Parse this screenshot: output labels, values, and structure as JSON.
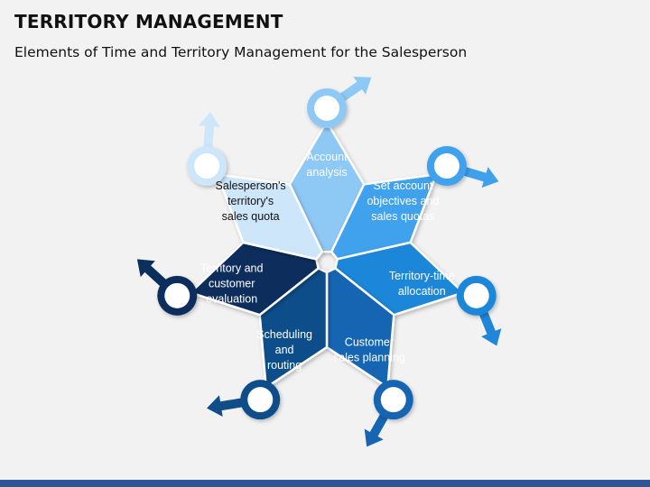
{
  "title": "TERRITORY MANAGEMENT",
  "subtitle": "Elements of Time and Territory Management for the Salesperson",
  "colors": {
    "background": "#f2f2f2",
    "band": "#2f5597",
    "ring_inner": "#ffffff"
  },
  "segments": [
    {
      "lines": [
        "Account",
        "analysis"
      ],
      "color": "#8ec8f5",
      "text_color": "#ffffff"
    },
    {
      "lines": [
        "Set account",
        "objectives and",
        "sales quotas"
      ],
      "color": "#3fa1ec",
      "text_color": "#ffffff"
    },
    {
      "lines": [
        "Territory-time",
        "allocation"
      ],
      "color": "#1f86d9",
      "text_color": "#ffffff"
    },
    {
      "lines": [
        "Customer",
        "sales planning"
      ],
      "color": "#1565b3",
      "text_color": "#ffffff"
    },
    {
      "lines": [
        "Scheduling",
        "and",
        "routing"
      ],
      "color": "#104e8a",
      "text_color": "#ffffff"
    },
    {
      "lines": [
        "Territory and",
        "customer",
        "evaluation"
      ],
      "color": "#0b2f5c",
      "text_color": "#ffffff"
    },
    {
      "lines": [
        "Salesperson's",
        "territory's",
        "sales quota"
      ],
      "color": "#cde6f9",
      "text_color": "#111111"
    }
  ]
}
